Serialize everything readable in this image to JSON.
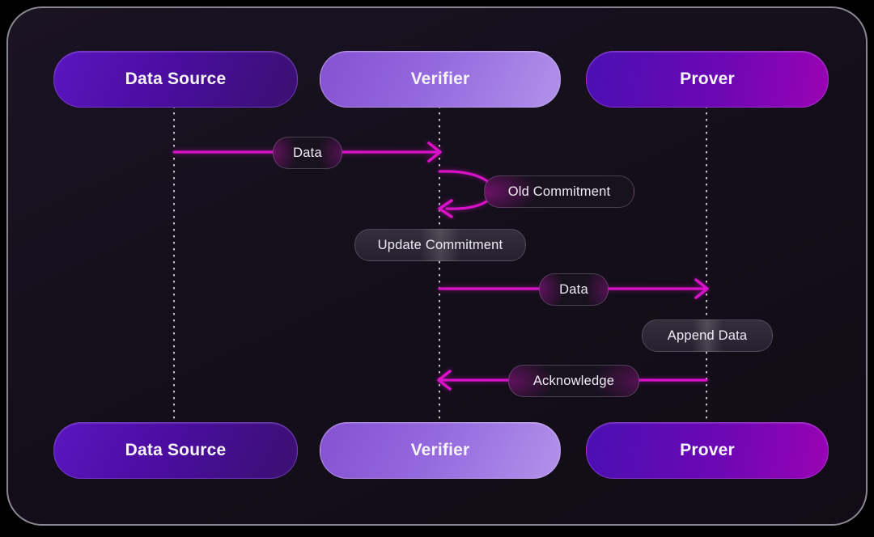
{
  "diagram": {
    "type": "sequence-diagram",
    "actors": [
      {
        "id": "data-source",
        "label": "Data Source"
      },
      {
        "id": "verifier",
        "label": "Verifier"
      },
      {
        "id": "prover",
        "label": "Prover"
      }
    ],
    "messages": [
      {
        "kind": "message",
        "from": "data-source",
        "to": "verifier",
        "label": "Data"
      },
      {
        "kind": "self-message",
        "from": "verifier",
        "to": "verifier",
        "label": "Old Commitment"
      },
      {
        "kind": "note",
        "on": "verifier",
        "label": "Update Commitment"
      },
      {
        "kind": "message",
        "from": "verifier",
        "to": "prover",
        "label": "Data"
      },
      {
        "kind": "note",
        "on": "prover",
        "label": "Append Data"
      },
      {
        "kind": "message",
        "from": "prover",
        "to": "verifier",
        "label": "Acknowledge"
      }
    ],
    "colors": {
      "arrow": "#d911c8",
      "lifeline": "#d5d3da",
      "panel_border": "#9e9ca6",
      "panel_background": "#140e1a",
      "data_source_gradient": [
        "#5a16c0",
        "#3a1070"
      ],
      "verifier_gradient": [
        "#8551d1",
        "#b292ea"
      ],
      "prover_gradient": [
        "#4a10b2",
        "#9a03b4"
      ],
      "label_pill_background": "#18121e",
      "note_pill_background": "#2c2735"
    }
  }
}
